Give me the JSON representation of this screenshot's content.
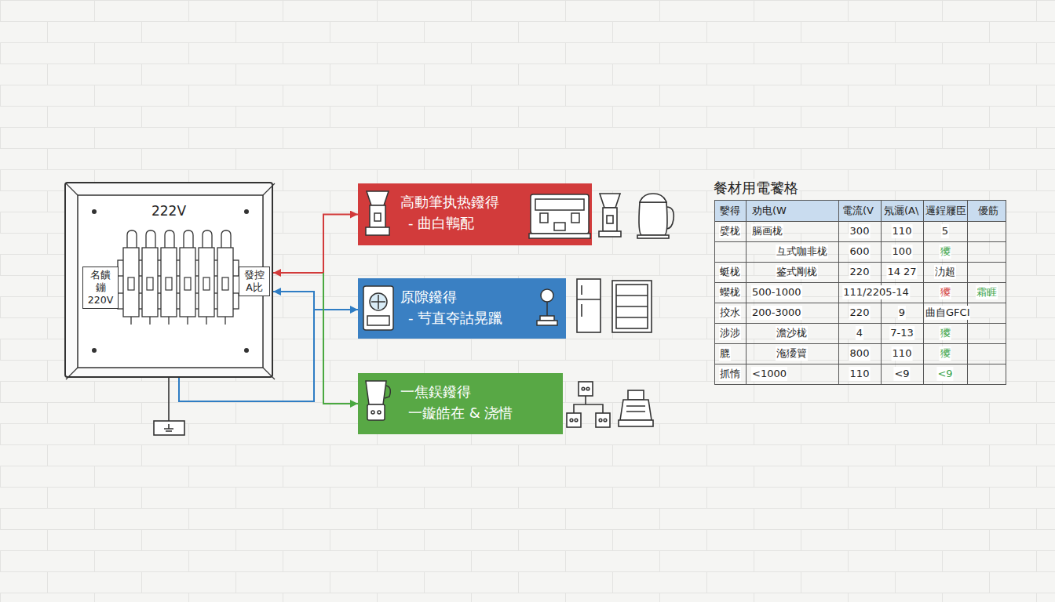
{
  "diagram": {
    "nodes": [
      {
        "text": [
          "222V"
        ]
      },
      {
        "text": [
          "名饋鏰 220V"
        ],
        "in": 0
      },
      {
        "text": [
          "發控 A比"
        ],
        "in": 0
      },
      {
        "text": [
          "高動筆执热鏺得",
          "- 曲白鷨配"
        ]
      },
      {
        "text": [
          "原隙鏺得",
          "- 䒓直夺詁晃躐"
        ]
      },
      {
        "text": [
          "一焦鋘鏺得",
          "一鏇皓在 & 浇惜"
        ]
      }
    ],
    "edges": [
      {
        "from": 0,
        "to": 3,
        "arrow": "both"
      },
      {
        "from": 0,
        "to": 4,
        "arrow": "both"
      },
      {
        "from": 0,
        "to": 5,
        "arrow": "to"
      }
    ],
    "labels": [
      "餐材用電饕格",
      "嫛得",
      "劝电(W",
      "電流(V",
      "氖灑(A\\",
      "邏鋥屨臣",
      "優筋",
      "嬖栊",
      "膈画栊",
      "300",
      "110",
      "5",
      "彑式咖非栊",
      "600",
      "100",
      "獿",
      "蜓栊",
      "鉴式剛栊",
      "220",
      "14 27",
      "氻超",
      "蠳栊",
      "500-1000",
      "111/2205-14",
      "獿",
      "霜睚",
      "挍水",
      "200-3000",
      "220",
      "9",
      "曲自GFCI",
      "涉涉",
      "澹沙栊",
      "4",
      "7-13",
      "獿",
      "膍",
      "沲獶簤",
      "800",
      "110",
      "獿",
      "抓惰",
      "<1000",
      "110",
      "<9",
      "<9"
    ]
  }
}
